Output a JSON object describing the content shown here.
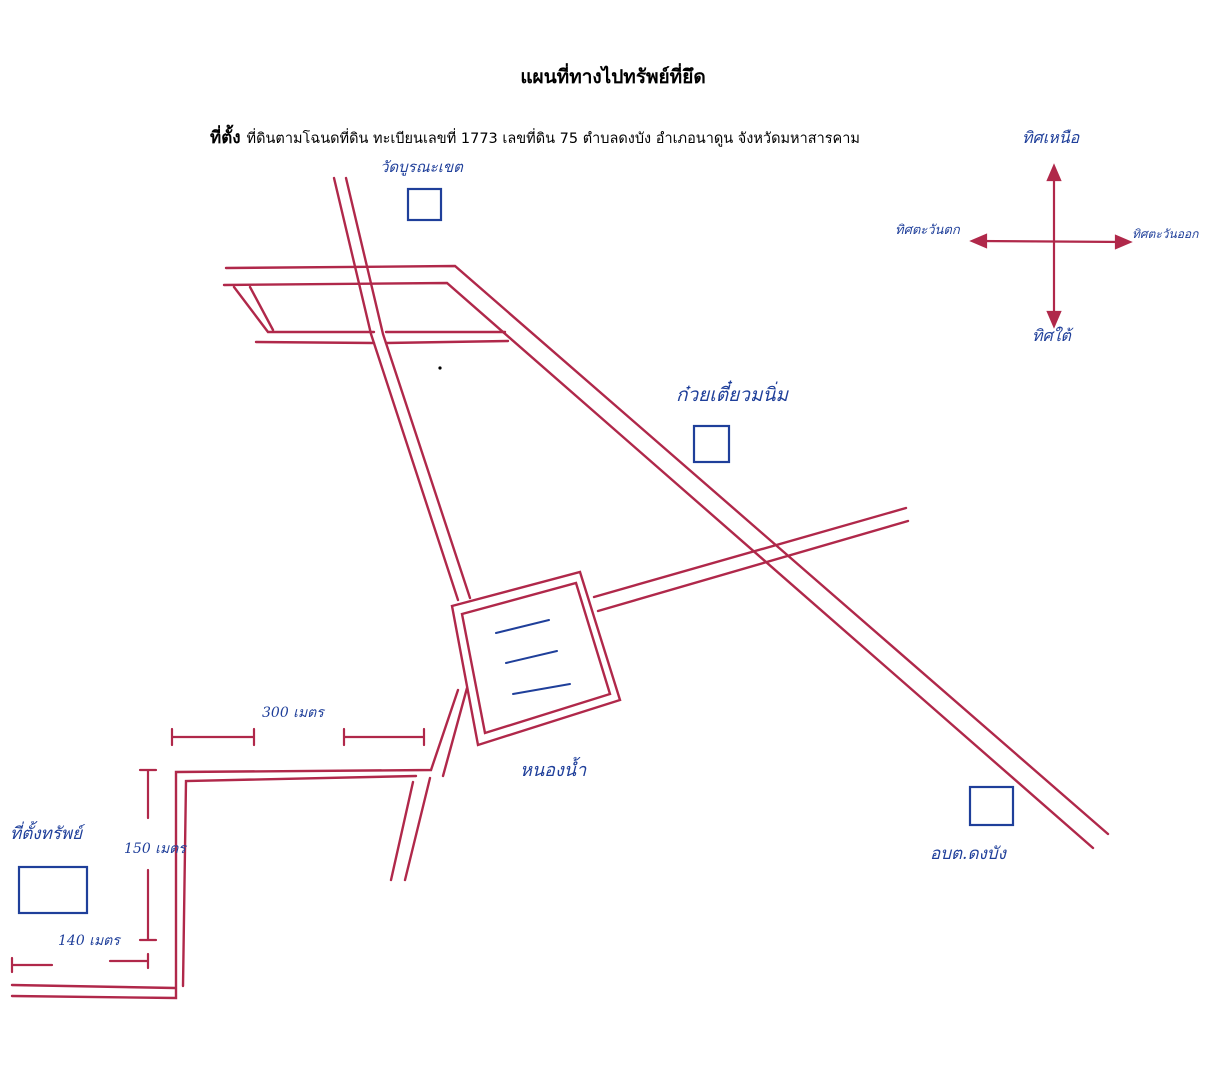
{
  "title": "แผนที่ทางไปทรัพย์ที่ยึด",
  "location": {
    "label": "ที่ตั้ง",
    "text": "ที่ดินตามโฉนดที่ดิน ทะเบียนเลขที่ 1773 เลขที่ดิน 75 ตำบลดงบัง อำเภอนาดูน จังหวัดมหาสารคาม"
  },
  "compass": {
    "north": "ทิศเหนือ",
    "south": "ทิศใต้",
    "east": "ทิศตะวันออก",
    "west": "ทิศตะวันตก"
  },
  "landmarks": {
    "temple": "วัดบูรณะเขต",
    "noodle_shop": "ก๋วยเตี๋ยวมนิ่ม",
    "pond": "หนองน้ำ",
    "tao_office": "อบต.ดงบัง",
    "property": "ที่ตั้งทรัพย์"
  },
  "distances": {
    "d300": "300 เมตร",
    "d150": "150 เมตร",
    "d140": "140 เมตร"
  },
  "colors": {
    "road": "#b0284a",
    "ink": "#1f3f9a",
    "text": "#000000"
  }
}
